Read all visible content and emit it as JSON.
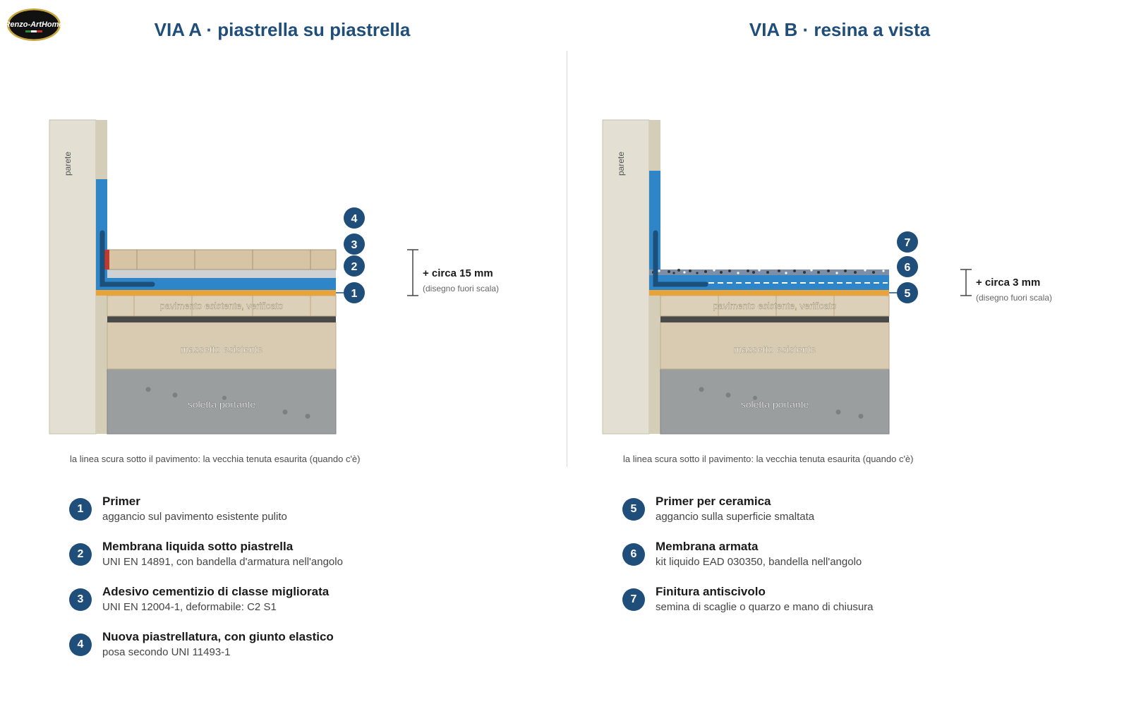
{
  "logo": {
    "text": "Renzo-ArtHome"
  },
  "divider_color": "#d9d9d9",
  "colors": {
    "accent": "#1f4e7b",
    "membrane": "#2e86c8",
    "primer": "#e8a33a",
    "tile": "#d7c4a5",
    "screed": "#d8cbb1",
    "slab": "#9a9e9f",
    "wall": "#e3dfd3",
    "old_seal": "#4a4a4a"
  },
  "panels": [
    {
      "title": "VIA A · piastrella su piastrella",
      "wall_label": "parete",
      "floor_label": "pavimento esistente, verificato",
      "screed_label": "massetto esistente",
      "slab_label": "soletta portante",
      "height_label": "+ circa 15 mm",
      "scale_label": "(disegno fuori scala)",
      "markers": [
        "4",
        "3",
        "2",
        "1"
      ],
      "caption": "la linea scura sotto il pavimento: la vecchia tenuta esaurita (quando c'è)",
      "legend": [
        {
          "n": "1",
          "title": "Primer",
          "desc": "aggancio sul pavimento esistente pulito"
        },
        {
          "n": "2",
          "title": "Membrana liquida sotto piastrella",
          "desc": "UNI EN 14891, con bandella d'armatura nell'angolo"
        },
        {
          "n": "3",
          "title": "Adesivo cementizio di classe migliorata",
          "desc": "UNI EN 12004-1, deformabile: C2 S1"
        },
        {
          "n": "4",
          "title": "Nuova piastrellatura, con giunto elastico",
          "desc": "posa secondo UNI 11493-1"
        }
      ]
    },
    {
      "title": "VIA B · resina a vista",
      "wall_label": "parete",
      "floor_label": "pavimento esistente, verificato",
      "screed_label": "massetto esistente",
      "slab_label": "soletta portante",
      "height_label": "+ circa 3 mm",
      "scale_label": "(disegno fuori scala)",
      "markers": [
        "7",
        "6",
        "5"
      ],
      "caption": "la linea scura sotto il pavimento: la vecchia tenuta esaurita (quando c'è)",
      "legend": [
        {
          "n": "5",
          "title": "Primer per ceramica",
          "desc": "aggancio sulla superficie smaltata"
        },
        {
          "n": "6",
          "title": "Membrana armata",
          "desc": "kit liquido EAD 030350, bandella nell'angolo"
        },
        {
          "n": "7",
          "title": "Finitura antiscivolo",
          "desc": "semina di scaglie o quarzo e mano di chiusura"
        }
      ]
    }
  ]
}
